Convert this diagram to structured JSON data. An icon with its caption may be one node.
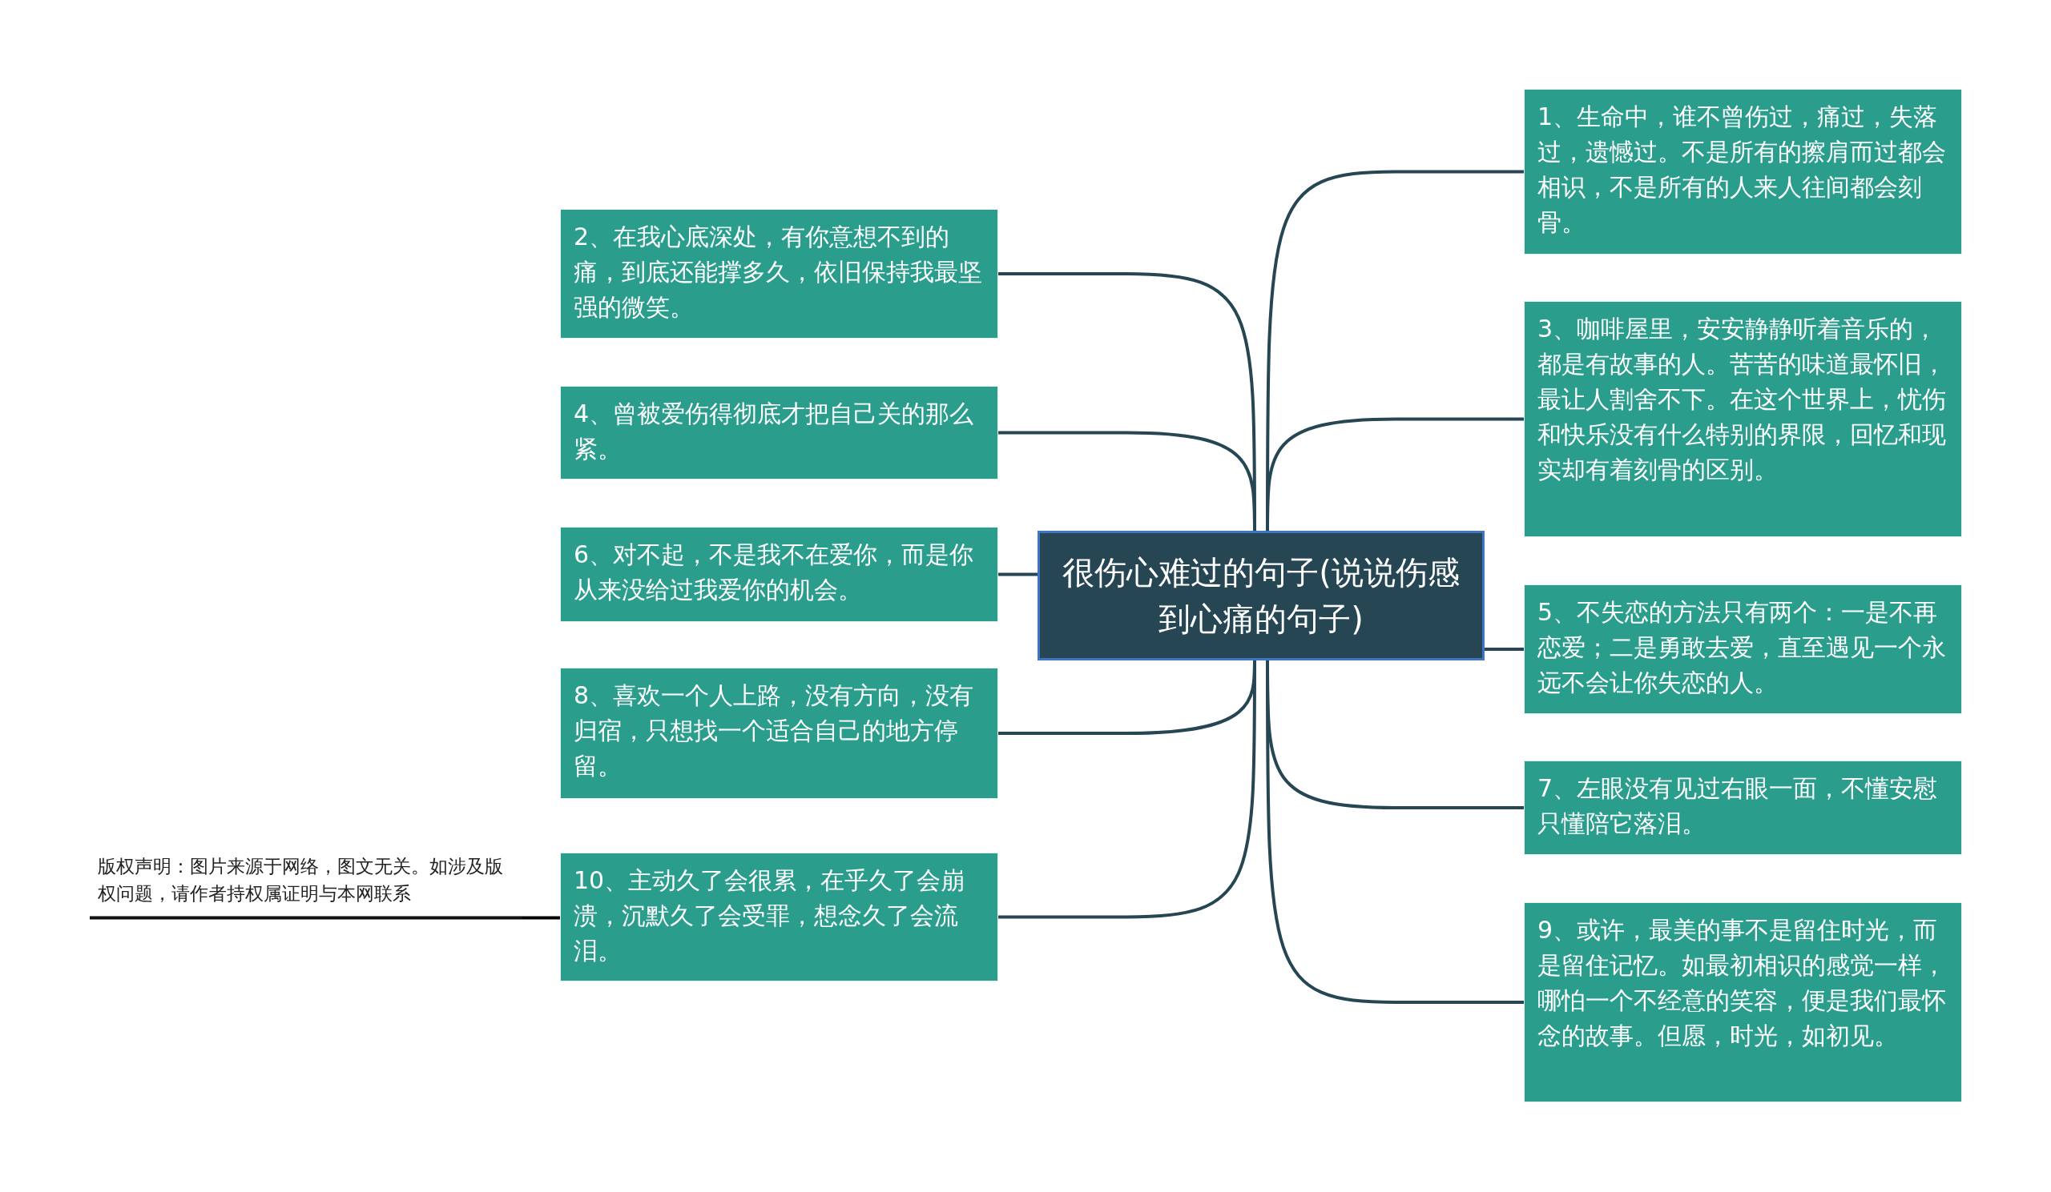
{
  "diagram": {
    "nodes": [
      {
        "text": [
          "很伤心难过的句子(说说伤感到心痛的句子)"
        ]
      },
      {
        "text": [
          "1、生命中，谁不曾伤过，痛过，失落过，遗憾过。不是所有的擦肩而过都会相识，不是所有的人来人往间都会刻骨。"
        ]
      },
      {
        "text": [
          "2、在我心底深处，有你意想不到的痛，到底还能撑多久，依旧保持我最坚强的微笑。"
        ]
      },
      {
        "text": [
          "3、咖啡屋里，安安静静听着音乐的，都是有故事的人。苦苦的味道最怀旧，最让人割舍不下。在这个世界上，忧伤和快乐没有什么特别的界限，回忆和现实却有着刻骨的区别。"
        ]
      },
      {
        "text": [
          "4、曾被爱伤得彻底才把自己关的那么紧。"
        ]
      },
      {
        "text": [
          "5、不失恋的方法只有两个：一是不再恋爱；二是勇敢去爱，直至遇见一个永远不会让你失恋的人。"
        ]
      },
      {
        "text": [
          "6、对不起，不是我不在爱你，而是你从来没给过我爱你的机会。"
        ]
      },
      {
        "text": [
          "7、左眼没有见过右眼一面，不懂安慰只懂陪它落泪。"
        ]
      },
      {
        "text": [
          "8、喜欢一个人上路，没有方向，没有归宿，只想找一个适合自己的地方停留。"
        ]
      },
      {
        "text": [
          "9、或许，最美的事不是留住时光，而是留住记忆。如最初相识的感觉一样，哪怕一个不经意的笑容，便是我们最怀念的故事。但愿，时光，如初见。"
        ]
      },
      {
        "text": [
          "10、主动久了会很累，在乎久了会崩溃，沉默久了会受罪，想念久了会流泪。"
        ]
      },
      {
        "text": [
          "版权声明：图片来源于网络，图文无关。如涉及版权问题，请作者持权属证明与本网联系"
        ]
      }
    ],
    "edges": [
      {
        "from": 0,
        "to": 1,
        "arrow": "none"
      },
      {
        "from": 0,
        "to": 2,
        "arrow": "none"
      },
      {
        "from": 0,
        "to": 3,
        "arrow": "none"
      },
      {
        "from": 0,
        "to": 4,
        "arrow": "none"
      },
      {
        "from": 0,
        "to": 5,
        "arrow": "none"
      },
      {
        "from": 0,
        "to": 6,
        "arrow": "none"
      },
      {
        "from": 0,
        "to": 7,
        "arrow": "none"
      },
      {
        "from": 0,
        "to": 8,
        "arrow": "none"
      },
      {
        "from": 0,
        "to": 9,
        "arrow": "none"
      },
      {
        "from": 0,
        "to": 10,
        "arrow": "none"
      },
      {
        "from": 11,
        "to": 10,
        "arrow": "none",
        "color": "#000000"
      }
    ]
  }
}
